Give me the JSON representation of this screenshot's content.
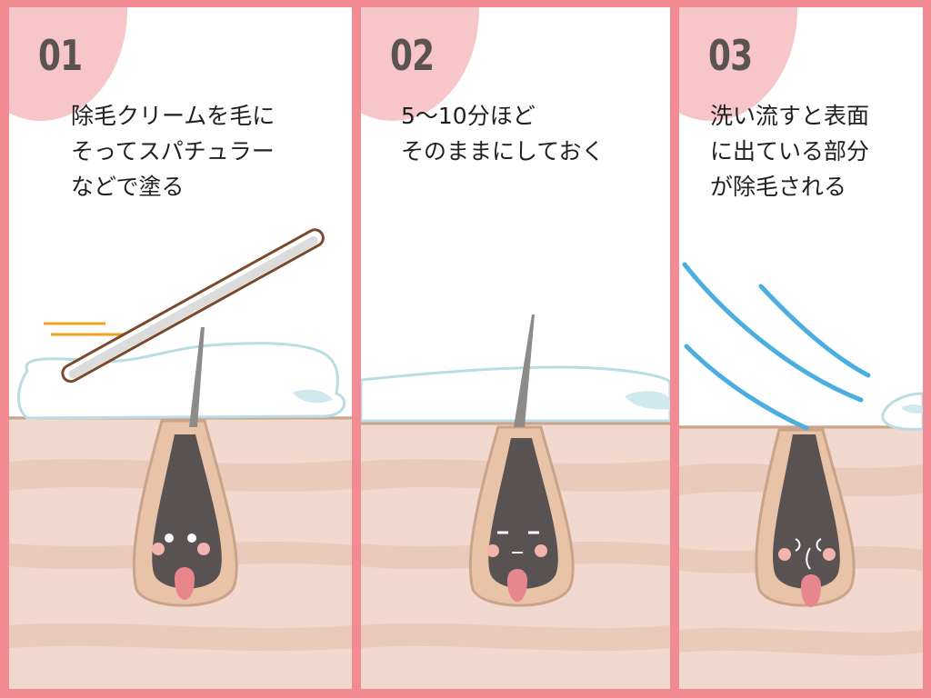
{
  "steps": [
    {
      "number": "01",
      "caption": [
        "除毛クリームを毛に",
        "そってスパチュラー",
        "などで塗る"
      ]
    },
    {
      "number": "02",
      "caption": [
        "5〜10分ほど",
        "そのままにしておく"
      ]
    },
    {
      "number": "03",
      "caption": [
        "洗い流すと表面",
        "に出ている部分",
        "が除毛される"
      ]
    }
  ],
  "colors": {
    "frame": "#f28b93",
    "corner": "#f7c6c8",
    "skin_light": "#f1d9cf",
    "skin_band": "#e9cabb",
    "follicle_outer": "#e8c3a8",
    "follicle_edge": "#c9a48a",
    "hair": "#595253",
    "cream_outline": "#b9dde3",
    "water": "#4aaee0",
    "spatula_edge": "#7b4a2d"
  }
}
